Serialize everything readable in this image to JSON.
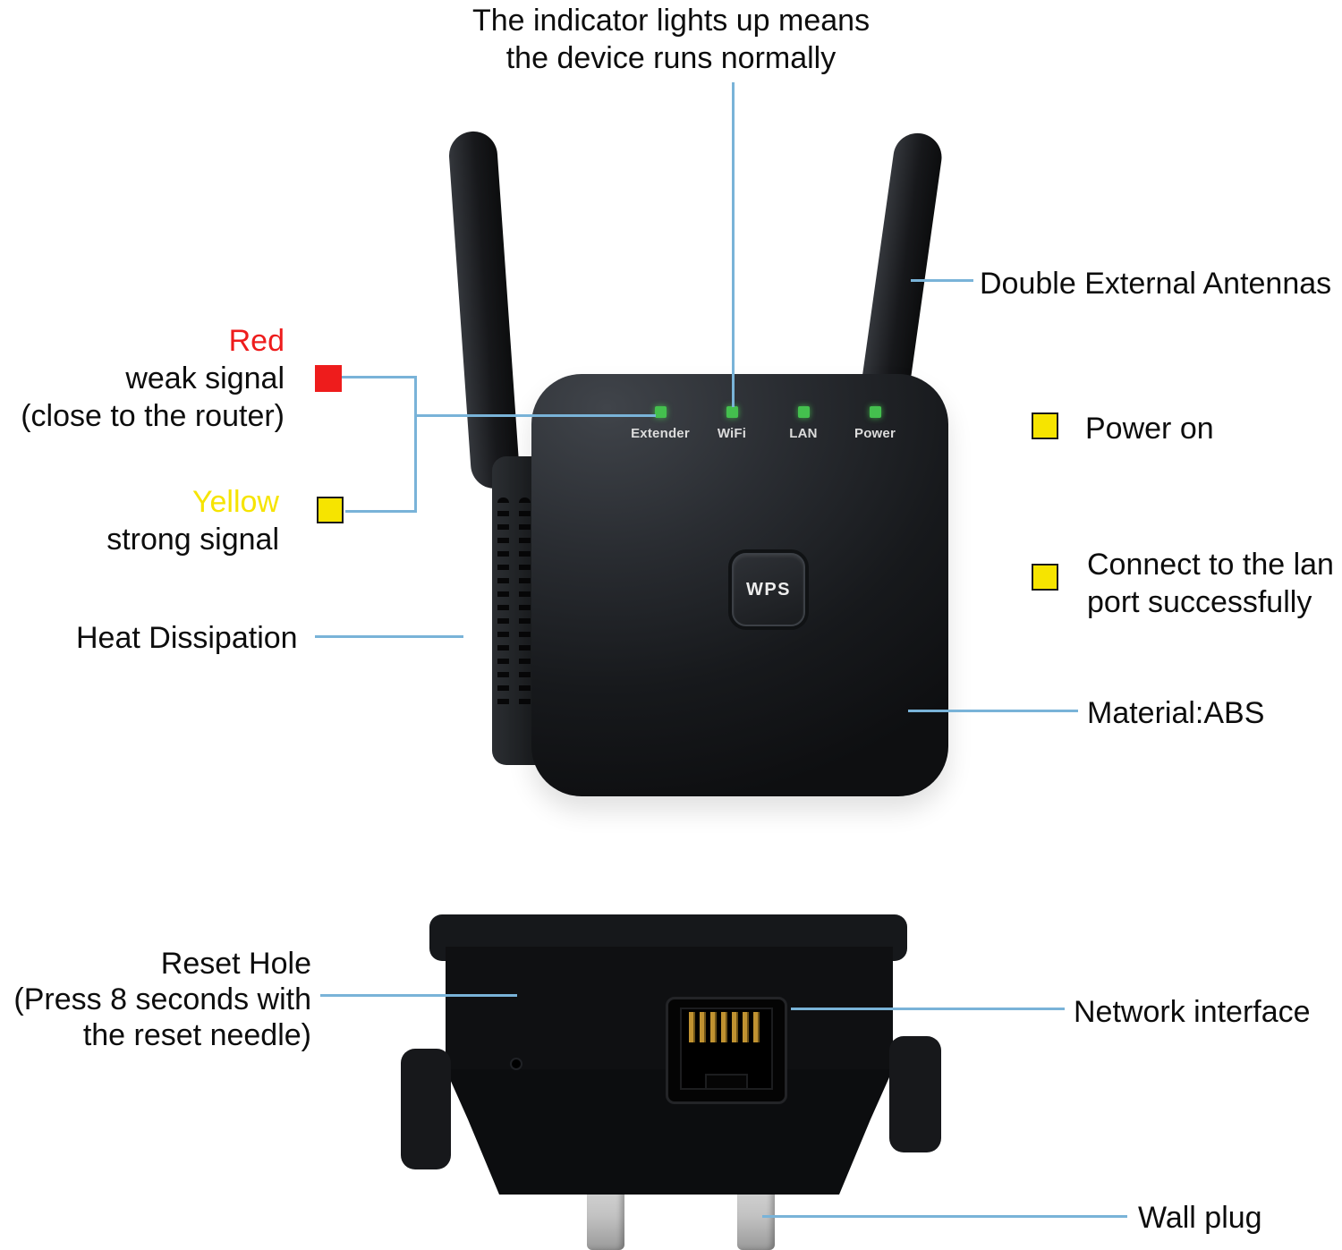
{
  "colors": {
    "callout": "#79b3d8",
    "red": "#ee1c1c",
    "yellow": "#f6e400",
    "led": "#44c04e"
  },
  "annotations": {
    "indicator": {
      "line1": "The indicator lights up means",
      "line2": "the device runs normally"
    },
    "antennas": {
      "label": "Double External Antennas"
    },
    "red_signal": {
      "title": "Red",
      "line1": "weak signal",
      "line2": "(close to the router)"
    },
    "yellow_signal": {
      "title": "Yellow",
      "line1": "strong signal"
    },
    "power_on": {
      "label": "Power on"
    },
    "lan_connect": {
      "line1": "Connect to the lan",
      "line2": "port successfully"
    },
    "heat": {
      "label": "Heat Dissipation"
    },
    "material": {
      "label": "Material:ABS"
    },
    "reset": {
      "line1": "Reset Hole",
      "line2": "(Press 8 seconds with",
      "line3": "the reset needle)"
    },
    "network": {
      "label": "Network interface"
    },
    "wall_plug": {
      "label": "Wall plug"
    }
  },
  "device": {
    "leds": [
      {
        "label": "Extender"
      },
      {
        "label": "WiFi"
      },
      {
        "label": "LAN"
      },
      {
        "label": "Power"
      }
    ],
    "wps_label": "WPS"
  }
}
